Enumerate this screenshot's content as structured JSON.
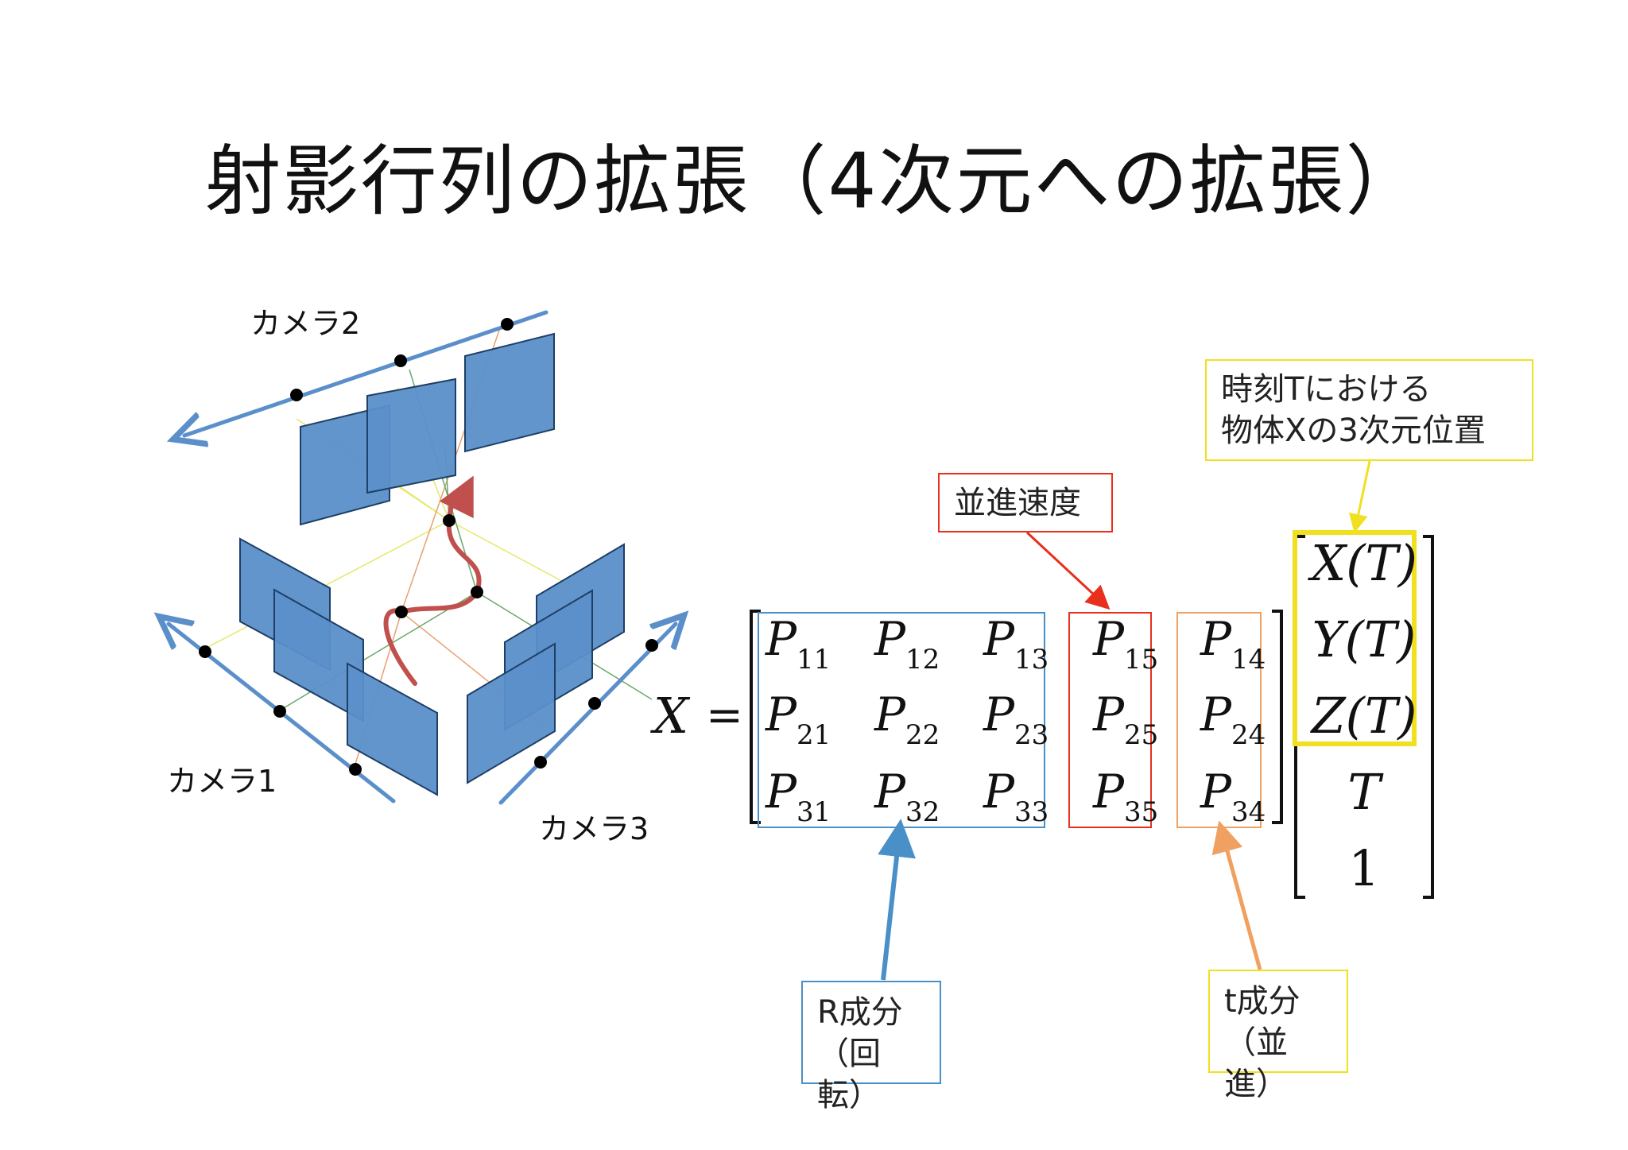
{
  "slide": {
    "title": "射影行列の拡張（4次元への拡張）"
  },
  "cameras": {
    "camera1": "カメラ1",
    "camera2": "カメラ2",
    "camera3": "カメラ3"
  },
  "equation": {
    "lhs": "X",
    "equals": "=",
    "matrix": {
      "row1": [
        "11",
        "12",
        "13",
        "15",
        "14"
      ],
      "row2": [
        "21",
        "22",
        "23",
        "25",
        "24"
      ],
      "row3": [
        "31",
        "32",
        "33",
        "35",
        "34"
      ],
      "symbol": "P"
    },
    "vector": [
      "X(T)",
      "Y(T)",
      "Z(T)",
      "T",
      "1"
    ]
  },
  "annotations": {
    "position": [
      "時刻Tにおける",
      "物体Xの3次元位置"
    ],
    "velocity": "並進速度",
    "rotation": [
      "R成分",
      "（回転）"
    ],
    "translation": [
      "t成分",
      "（並進）"
    ]
  },
  "colors": {
    "rotation_box": "#4a90c8",
    "velocity_box": "#e8301c",
    "translation_box": "#f0a060",
    "position_box": "#f0e020",
    "plane_fill": "#5b8fca",
    "axis_line": "#5b8fca",
    "trajectory": "#c0504d"
  }
}
